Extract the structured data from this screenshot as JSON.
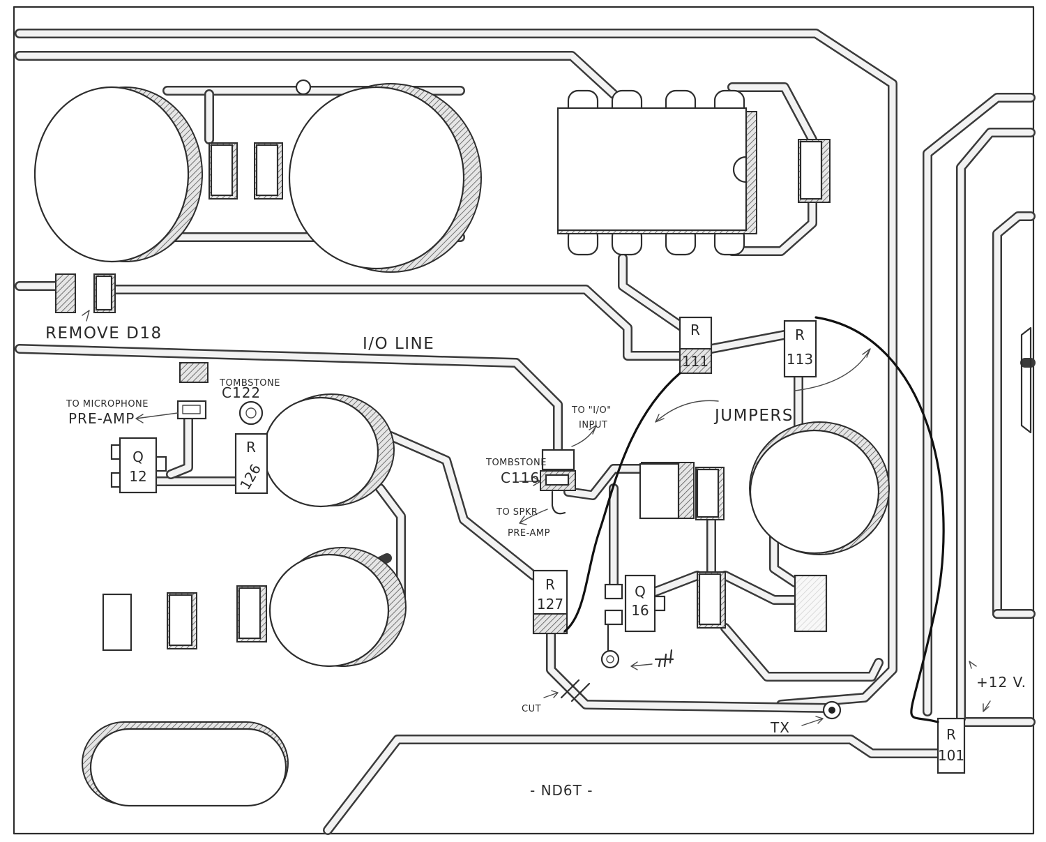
{
  "labels": {
    "remove_d18": "REMOVE D18",
    "io_line": "I/O LINE",
    "tombstone_c122_a": "TOMBSTONE",
    "tombstone_c122_b": "C122",
    "to_microphone_a": "TO MICROPHONE",
    "to_microphone_b": "PRE-AMP",
    "to_io_input_a": "TO \"I/O\"",
    "to_io_input_b": "INPUT",
    "tombstone_c116_a": "TOMBSTONE",
    "tombstone_c116_b": "C116",
    "to_spkr_a": "TO SPKR",
    "to_spkr_b": "PRE-AMP",
    "jumpers": "JUMPERS",
    "cut": "CUT",
    "tx": "TX",
    "plus_12v": "+12 V.",
    "signature": "- ND6T -"
  },
  "components": {
    "r111": [
      "R",
      "111"
    ],
    "r113": [
      "R",
      "113"
    ],
    "r126": [
      "R",
      "126"
    ],
    "r127": [
      "R",
      "127"
    ],
    "r101": [
      "R",
      "101"
    ],
    "q12": [
      "Q",
      "12"
    ],
    "q16": [
      "Q",
      "16"
    ]
  },
  "colors": {
    "ink": "#2d2d2d",
    "trace_fill": "#f2f2f2",
    "jumper_wire": "#111111",
    "paper": "#ffffff"
  }
}
